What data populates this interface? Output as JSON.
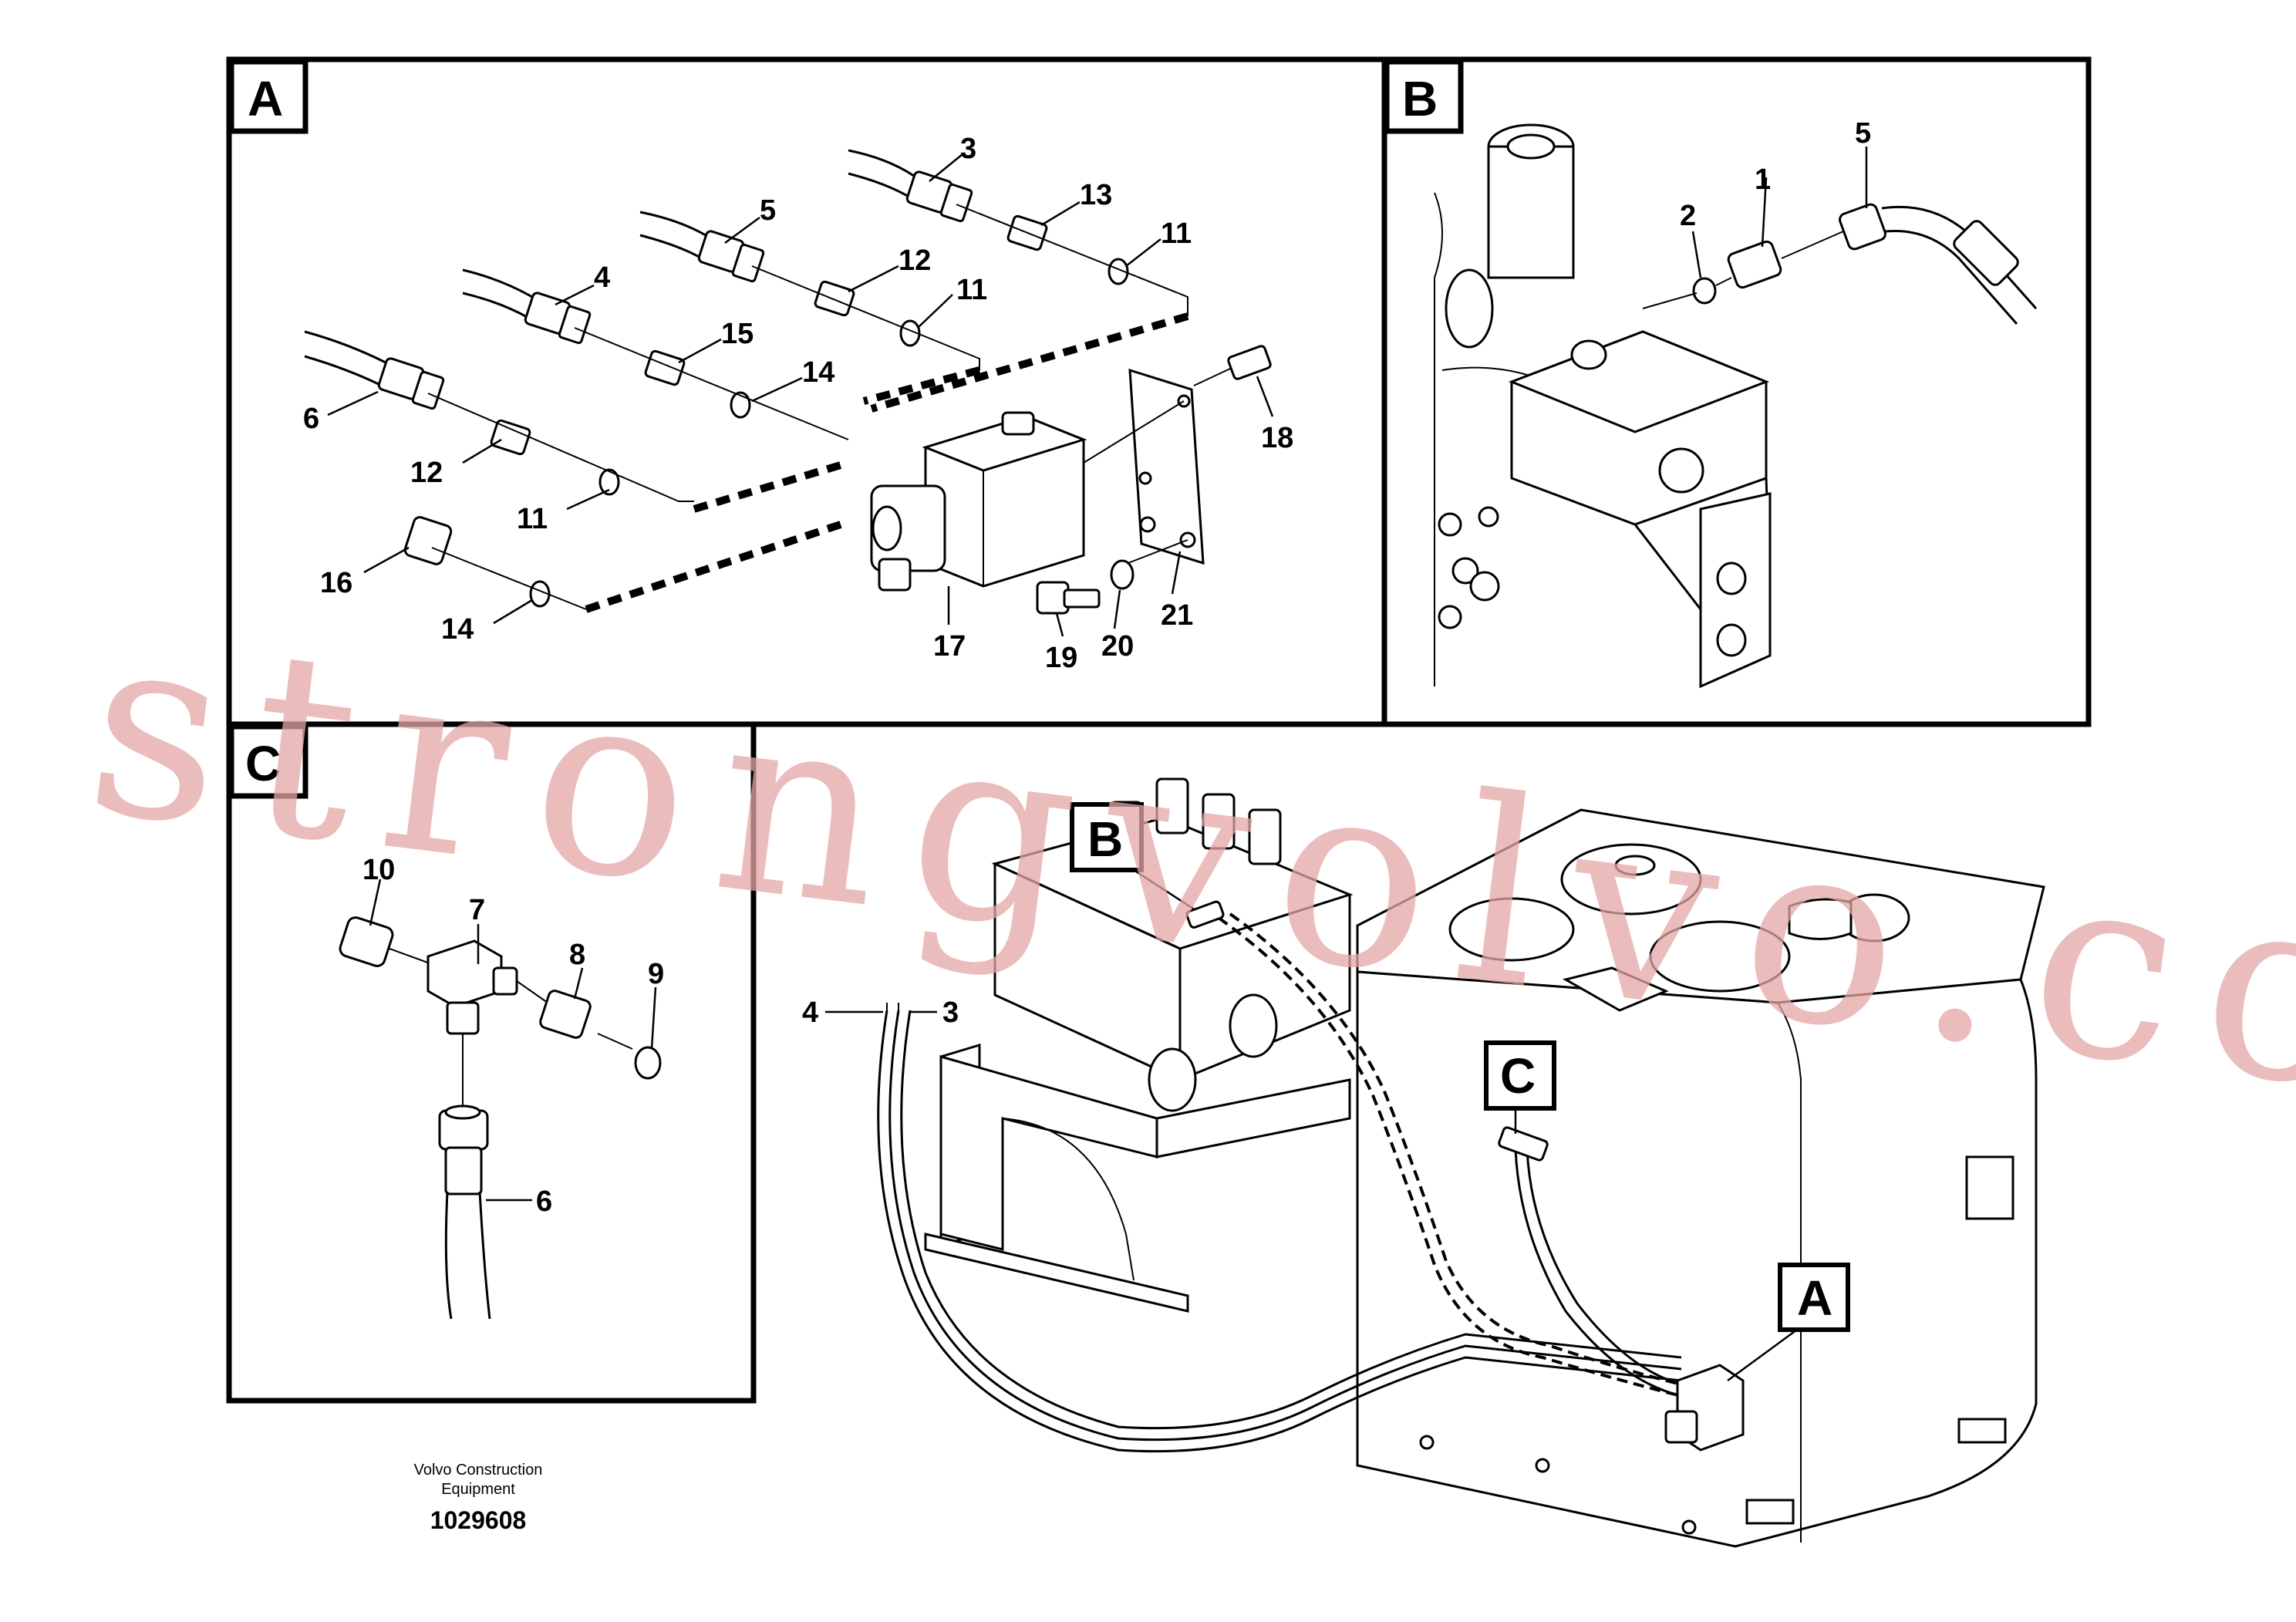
{
  "panels": {
    "A": {
      "letter": "A",
      "callouts": [
        "3",
        "5",
        "4",
        "6",
        "13",
        "12",
        "11",
        "11",
        "15",
        "14",
        "12",
        "11",
        "16",
        "14",
        "17",
        "18",
        "19",
        "20",
        "21"
      ]
    },
    "B": {
      "letter": "B",
      "callouts": [
        "2",
        "1",
        "5"
      ]
    },
    "C": {
      "letter": "C",
      "callouts": [
        "10",
        "7",
        "8",
        "9",
        "6"
      ]
    }
  },
  "overview": {
    "markers": [
      "B",
      "C",
      "A"
    ],
    "callouts": [
      "4",
      "3"
    ]
  },
  "footer": {
    "company": "Volvo Construction",
    "company2": "Equipment",
    "ref": "1029608"
  },
  "watermark": "strongvolvo.com"
}
